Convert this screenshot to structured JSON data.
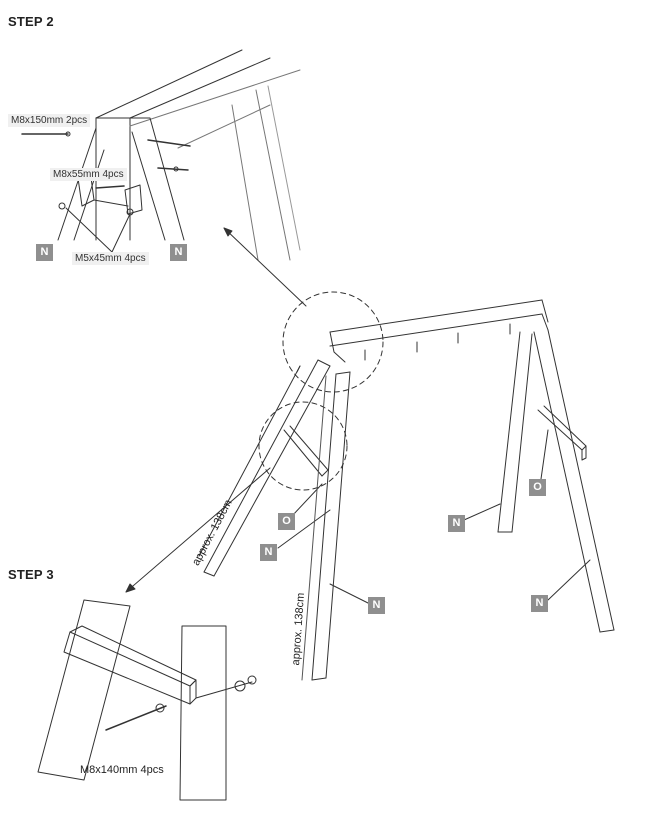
{
  "step2": {
    "title": "STEP 2"
  },
  "step3": {
    "title": "STEP 3"
  },
  "parts": {
    "bolt_m8x150": "M8x150mm 2pcs",
    "bolt_m8x55": "M8x55mm 4pcs",
    "bolt_m5x45": "M5x45mm 4pcs",
    "bolt_m8x140": "M8x140mm 4pcs"
  },
  "measurements": {
    "leg_left": "approx. 138cm",
    "leg_middle": "approx. 138cm"
  },
  "tags": {
    "n": "N",
    "o": "O"
  },
  "colors": {
    "line": "#333333",
    "tag_bg": "#8f8f8f"
  }
}
